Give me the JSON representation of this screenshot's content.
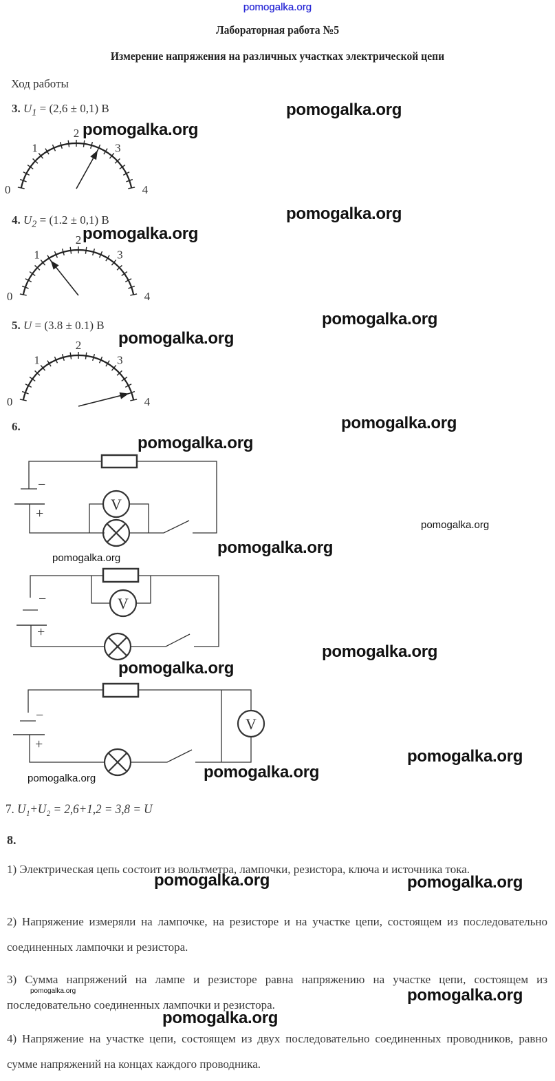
{
  "header": {
    "site_link": "pomogalka.org",
    "title": "Лабораторная работа №5",
    "subtitle": "Измерение напряжения на различных участках электрической цепи"
  },
  "procedure_label": "Ход работы",
  "measurements": [
    {
      "num": "3.",
      "symbol": "U",
      "subscript": "1",
      "value_text": "= (2,6 ± 0,1) В",
      "reading": 2.6,
      "error": 0.1,
      "unit": "В"
    },
    {
      "num": "4.",
      "symbol": "U",
      "subscript": "2",
      "value_text": "= (1.2 ± 0,1) В",
      "reading": 1.2,
      "error": 0.1,
      "unit": "В"
    },
    {
      "num": "5.",
      "symbol": "U",
      "subscript": "",
      "value_text": "= (3.8 ± 0.1) В",
      "reading": 3.8,
      "error": 0.1,
      "unit": "В"
    }
  ],
  "gauge": {
    "scale_min": 0,
    "scale_max": 4,
    "scale_labels": [
      "0",
      "1",
      "2",
      "3",
      "4"
    ],
    "minor_divisions_per_unit": 5
  },
  "circuits": {
    "section_num": "6.",
    "minus_label": "−",
    "plus_label": "+",
    "voltmeter_label": "V",
    "diagrams": [
      {
        "voltmeter_across": "lamp"
      },
      {
        "voltmeter_across": "resistor"
      },
      {
        "voltmeter_across": "lamp+resistor"
      }
    ]
  },
  "step7": {
    "num": "7.",
    "equation": "U₁+U₂ = 2,6+1,2 = 3,8 = U"
  },
  "step8": {
    "num": "8.",
    "paragraphs": [
      "1) Электрическая цепь состоит из вольтметра, лампочки, резистора, ключа и источника тока.",
      "2) Напряжение измеряли на лампочке, на резисторе и на участке цепи, состоящем из последовательно соединенных лампочки и резистора.",
      "3) Сумма напряжений на лампе и резисторе равна напряжению на участке цепи, состоящем из последовательно соединенных лампочки и резистора.",
      "4) Напряжение на участке цепи, состоящем из двух последовательно соединенных проводников, равно сумме напряжений на концах каждого проводника."
    ]
  },
  "watermark": "pomogalka.org"
}
